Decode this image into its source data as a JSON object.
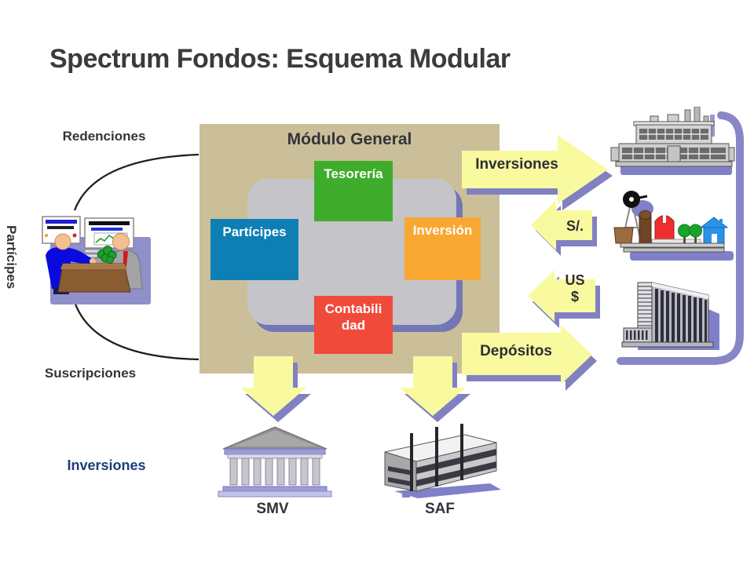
{
  "title": "Spectrum Fondos: Esquema Modular",
  "module_general": {
    "label": "Módulo General",
    "boxes": {
      "tesoreria": {
        "label": "Tesorería",
        "color": "#3fad2b"
      },
      "participes": {
        "label": "Partícipes",
        "color": "#0d7fb5"
      },
      "inversion": {
        "label": "Inversión",
        "color": "#f9a733"
      },
      "contabilidad": {
        "line1": "Contabili",
        "line2": "dad",
        "color": "#f04a3b"
      }
    }
  },
  "left_flow": {
    "redenciones_label": "Redenciones",
    "participes_label": "Partícipes",
    "suscripciones_label": "Suscripciones",
    "inversiones_label": "Inversiones",
    "clipart": "advisor-client-icon"
  },
  "right_flow": {
    "arrows": {
      "inversiones": {
        "label": "Inversiones",
        "direction": "right"
      },
      "soles": {
        "label": "S/.",
        "direction": "left"
      },
      "dolares": {
        "line1": "US",
        "line2": "$",
        "direction": "left"
      },
      "depositos": {
        "label": "Depósitos",
        "direction": "right"
      }
    },
    "icons": [
      "factory-icon",
      "farm-icon",
      "office-building-icon"
    ]
  },
  "bottom_flow": {
    "smv_label": "SMV",
    "saf_label": "SAF",
    "icons": [
      "temple-icon",
      "saf-building-icon"
    ]
  },
  "colors": {
    "arrow_fill": "#f9f9a0",
    "arrow_shadow": "#8181c2",
    "panel_tan": "#cbbf99",
    "inner_gray": "#c4c4c9",
    "inner_shadow": "#7477b5",
    "bracket_purple": "#8787c7",
    "label_dark": "#33333a",
    "label_navy": "#1f3d7a"
  }
}
